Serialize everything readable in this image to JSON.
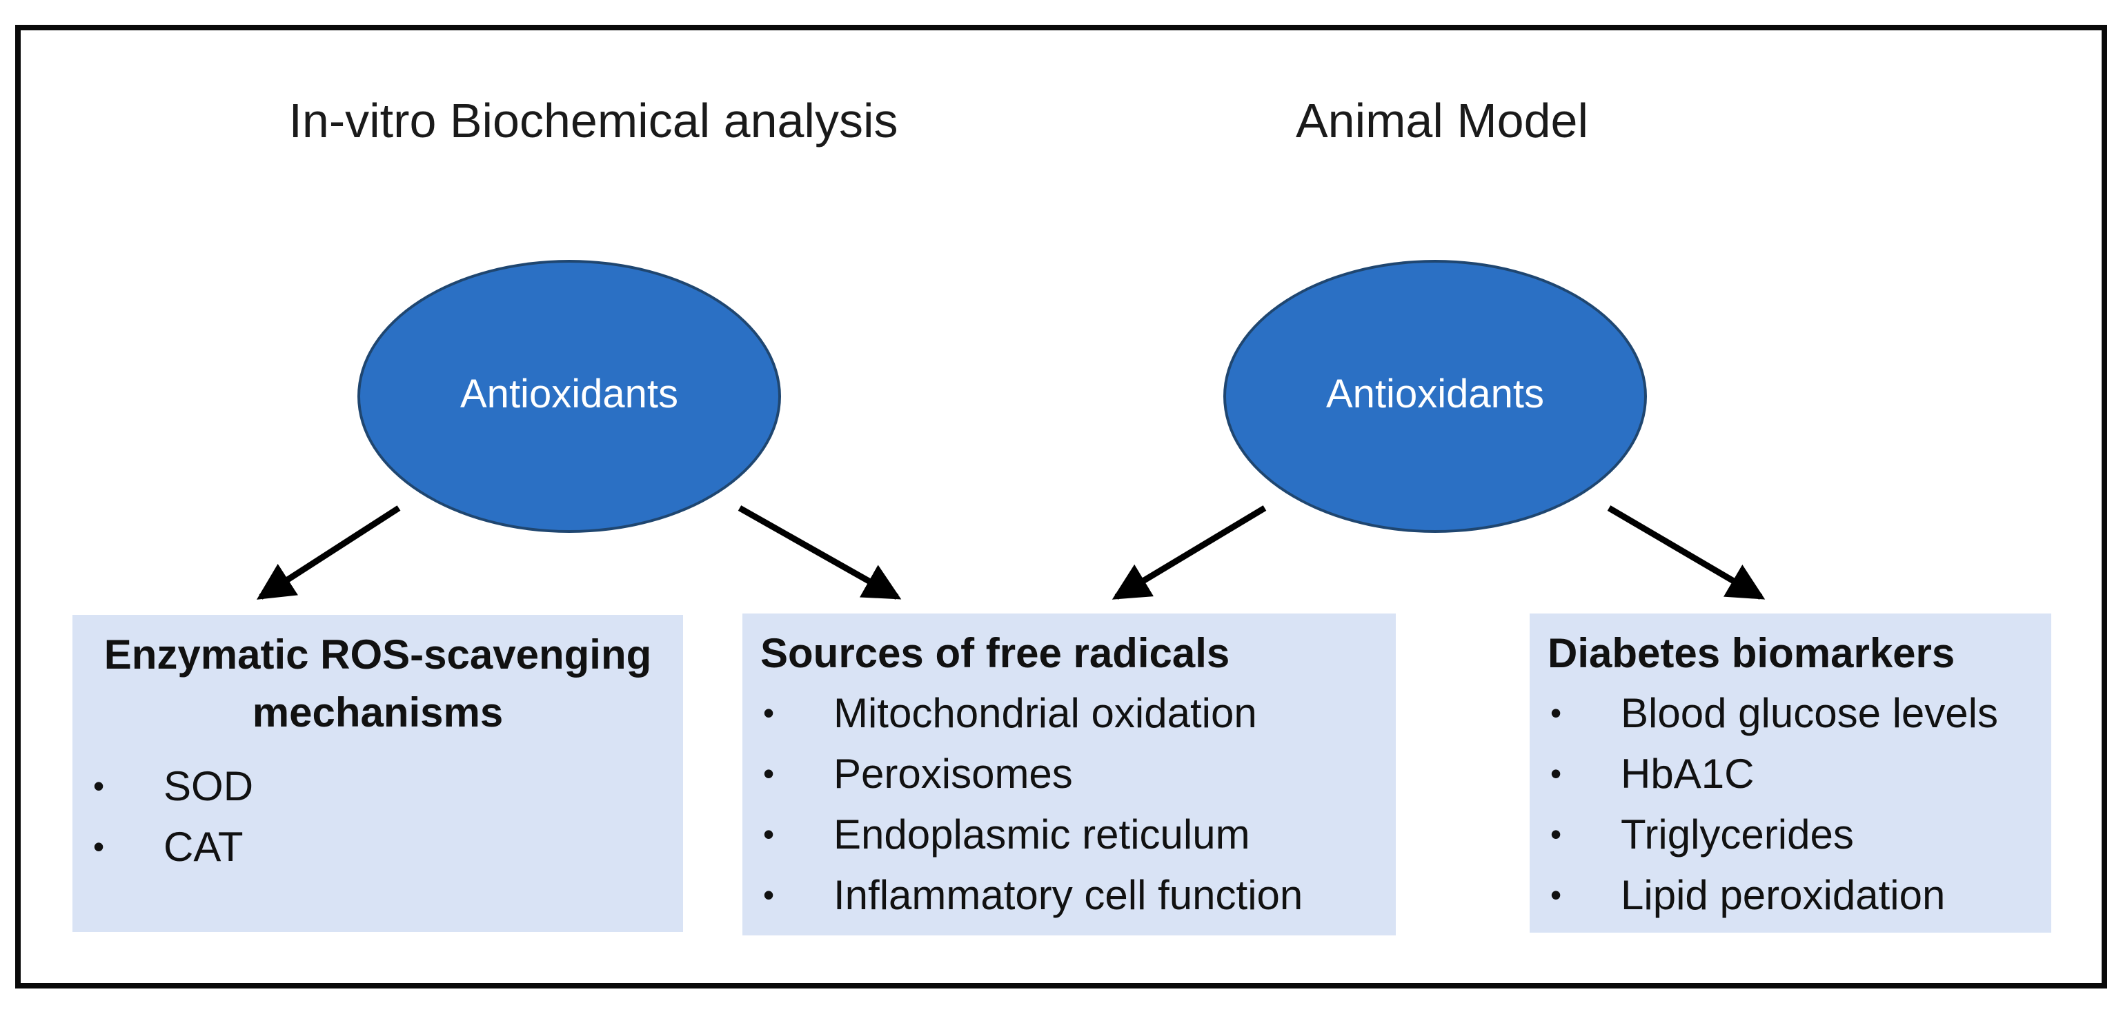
{
  "diagram": {
    "left_section": {
      "title": "In-vitro Biochemical analysis",
      "ellipse_label": "Antioxidants"
    },
    "right_section": {
      "title": "Animal Model",
      "ellipse_label": "Antioxidants"
    },
    "boxes": [
      {
        "title": "Enzymatic ROS-scavenging mechanisms",
        "items": [
          "SOD",
          "CAT"
        ]
      },
      {
        "title": "Sources of free radicals",
        "items": [
          "Mitochondrial oxidation",
          "Peroxisomes",
          "Endoplasmic reticulum",
          "Inflammatory cell function"
        ]
      },
      {
        "title": "Diabetes biomarkers",
        "items": [
          "Blood glucose levels",
          "HbA1C",
          "Triglycerides",
          "Lipid peroxidation"
        ]
      }
    ],
    "bullet_char": "•",
    "colors": {
      "ellipse_fill": "#2B70C4",
      "ellipse_stroke": "#1F4670",
      "box_fill": "#D9E3F5",
      "arrow": "#000000",
      "frame_border": "#0a0a0a"
    }
  }
}
